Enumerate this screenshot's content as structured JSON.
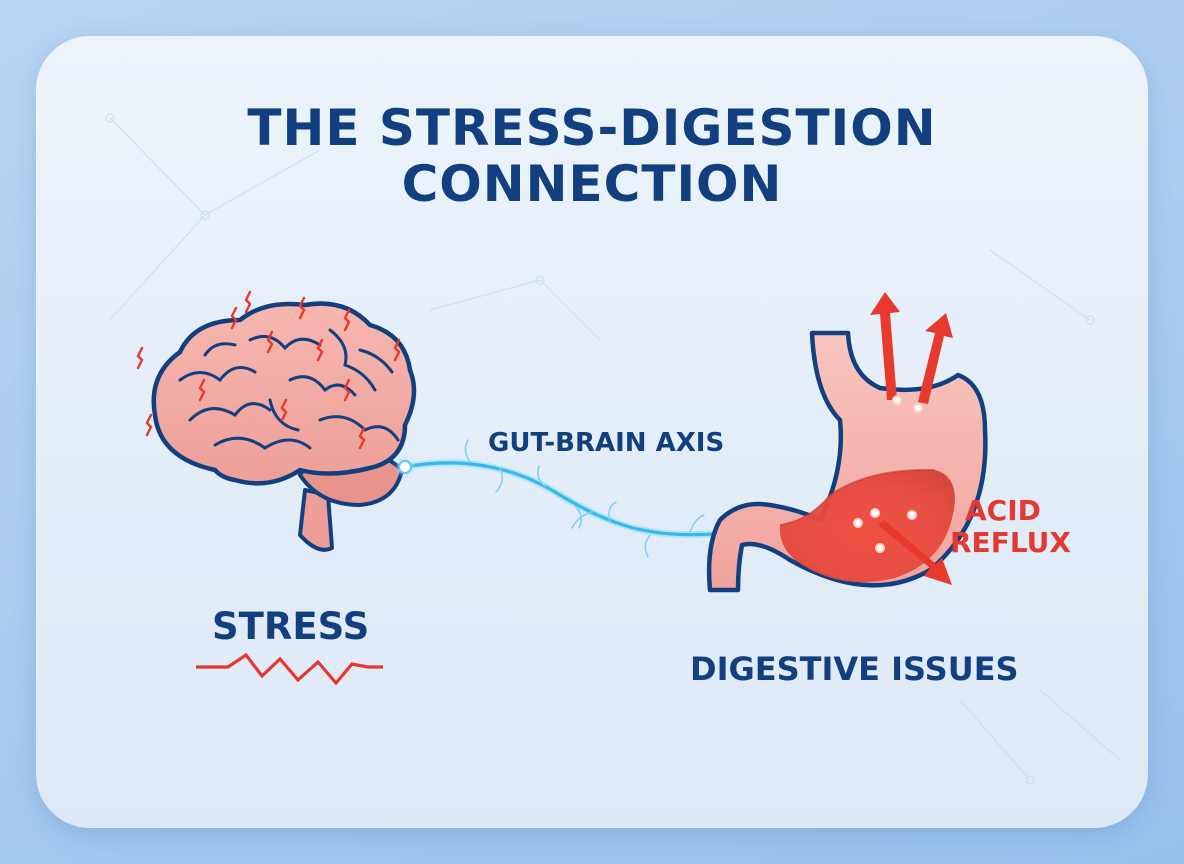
{
  "title": {
    "line1": "THE STRESS-DIGESTION",
    "line2": "CONNECTION"
  },
  "labels": {
    "stress": "STRESS",
    "axis": "GUT-BRAIN AXIS",
    "digestive": "DIGESTIVE ISSUES",
    "acid_line1": "ACID",
    "acid_line2": "REFLUX"
  },
  "colors": {
    "navy": "#123f80",
    "red": "#e23a32",
    "brain_pink": "#f2a9a3",
    "nerve_blue": "#5cc8ee",
    "stomach_pink": "#f3a8a2"
  },
  "icons": [
    "brain-icon",
    "stomach-icon",
    "nerve-icon",
    "stress-zigzag-icon",
    "reflux-arrow-icon"
  ]
}
